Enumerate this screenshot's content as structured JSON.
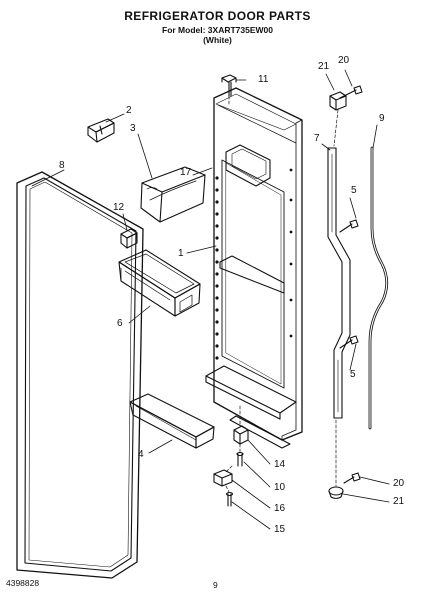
{
  "header": {
    "title": "REFRIGERATOR DOOR PARTS",
    "model_line": "For Model: 3XART735EW00",
    "color_line": "(White)"
  },
  "callouts": [
    "11",
    "21",
    "20",
    "2",
    "3",
    "7",
    "9",
    "8",
    "17",
    "5",
    "12",
    "1",
    "6",
    "5",
    "4",
    "14",
    "10",
    "20",
    "21",
    "16",
    "15"
  ],
  "footer": {
    "doc_number": "4398828",
    "page_number": "9"
  }
}
